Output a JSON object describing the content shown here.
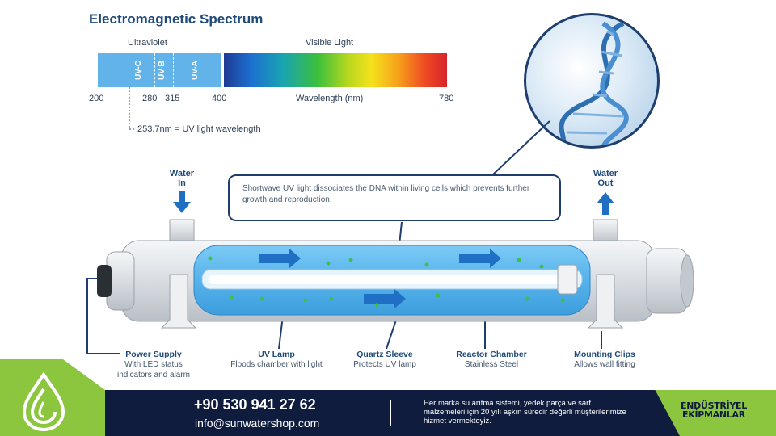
{
  "spectrum": {
    "title": "Electromagnetic Spectrum",
    "ultraviolet_label": "Ultraviolet",
    "visible_label": "Visible Light",
    "bands": [
      "UV-C",
      "UV-B",
      "UV-A"
    ],
    "ticks": [
      "200",
      "280",
      "315",
      "400",
      "780"
    ],
    "wavelength_label": "Wavelength (nm)",
    "note": "253.7nm = UV light wavelength"
  },
  "callout": {
    "text": "Shortwave UV light dissociates the DNA within living cells which prevents further growth and reproduction."
  },
  "water": {
    "in_line1": "Water",
    "in_line2": "In",
    "out_line1": "Water",
    "out_line2": "Out"
  },
  "components": [
    {
      "title": "Power Supply",
      "line1": "With LED status",
      "line2": "indicators and alarm"
    },
    {
      "title": "UV Lamp",
      "line1": "Floods chamber with light",
      "line2": ""
    },
    {
      "title": "Quartz Sleeve",
      "line1": "Protects UV lamp",
      "line2": ""
    },
    {
      "title": "Reactor Chamber",
      "line1": "Stainless Steel",
      "line2": ""
    },
    {
      "title": "Mounting Clips",
      "line1": "Allows wall fitting",
      "line2": ""
    }
  ],
  "footer": {
    "phone": "+90 530 941 27 62",
    "email": "info@sunwatershop.com",
    "tagline": "Her marka su arıtma sistemi, yedek parça ve sarf malzemeleri için 20 yılı aşkın süredir değerli müşterilerimize hizmet vermekteyiz.",
    "brand_line1": "ENDÜSTRİYEL",
    "brand_line2": "EKİPMANLAR"
  },
  "colors": {
    "navy": "#0f1c3d",
    "green": "#8cc63f",
    "water_blue": "#5fb6ee",
    "arrow_blue": "#1f6fc4"
  }
}
